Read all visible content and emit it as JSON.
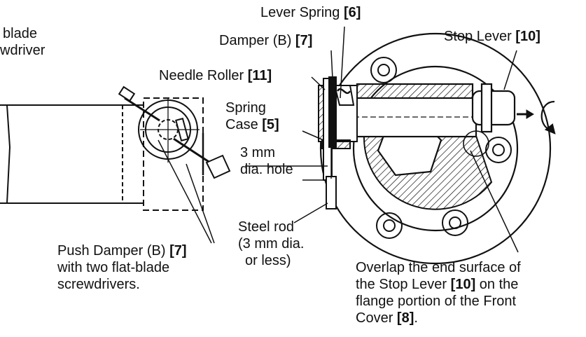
{
  "labels": {
    "lever_spring": {
      "text": "Lever Spring",
      "ref": "[6]"
    },
    "damper_b": {
      "text": "Damper (B)",
      "ref": "[7]"
    },
    "stop_lever": {
      "text": "Stop Lever",
      "ref": "[10]"
    },
    "needle_roller": {
      "text": "Needle Roller",
      "ref": "[11]"
    },
    "spring_case_line1": "Spring",
    "spring_case_line2": {
      "text": "Case",
      "ref": "[5]"
    },
    "hole_line1": "3 mm",
    "hole_line2": "dia. hole",
    "steel_rod_line1": "Steel rod",
    "steel_rod_line2": "(3 mm dia.",
    "steel_rod_line3": "or less)",
    "blade_fragment_line1": "blade",
    "blade_fragment_line2": "wdriver",
    "push_damper_line1": {
      "text": "Push Damper (B)",
      "ref": "[7]"
    },
    "push_damper_line2": "with two flat-blade",
    "push_damper_line3": "screwdrivers.",
    "overlap_line1": "Overlap the end surface of",
    "overlap_line2a": "the Stop Lever",
    "overlap_line2_ref": "[10]",
    "overlap_line2b": "on the",
    "overlap_line3": "flange portion of the Front",
    "overlap_line4a": "Cover",
    "overlap_line4_ref": "[8]",
    "overlap_line4b": "."
  },
  "icons": [
    "rotation-arrow-icon",
    "direction-arrow-icon",
    "hex-bolt-icon"
  ]
}
